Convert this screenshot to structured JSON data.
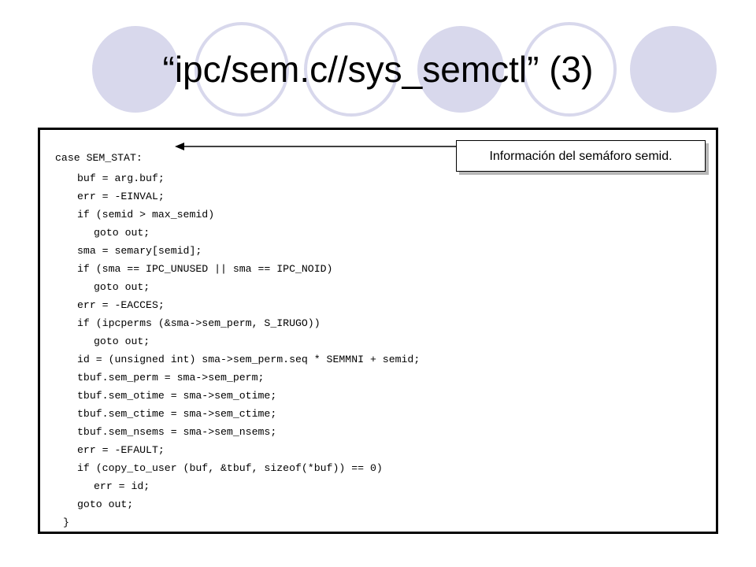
{
  "slide": {
    "title": "“ipc/sem.c//sys_semctl” (3)",
    "callout": "Información del semáforo semid.",
    "colors": {
      "circle_fill": "#d8d8ec",
      "circle_stroke": "#ffffff",
      "border": "#000000"
    }
  },
  "code": {
    "lines": [
      "case SEM_STAT:",
      "buf = arg.buf;",
      "err = -EINVAL;",
      "if (semid > max_semid)",
      "goto out;",
      "sma = semary[semid];",
      "if (sma == IPC_UNUSED || sma == IPC_NOID)",
      "goto out;",
      "err = -EACCES;",
      "if (ipcperms (&sma->sem_perm, S_IRUGO))",
      "goto out;",
      "id = (unsigned int) sma->sem_perm.seq * SEMMNI + semid;",
      "tbuf.sem_perm = sma->sem_perm;",
      "tbuf.sem_otime = sma->sem_otime;",
      "tbuf.sem_ctime = sma->sem_ctime;",
      "tbuf.sem_nsems = sma->sem_nsems;",
      "err = -EFAULT;",
      "if (copy_to_user (buf, &tbuf, sizeof(*buf)) == 0)",
      "err = id;",
      "goto out;",
      "}"
    ]
  }
}
